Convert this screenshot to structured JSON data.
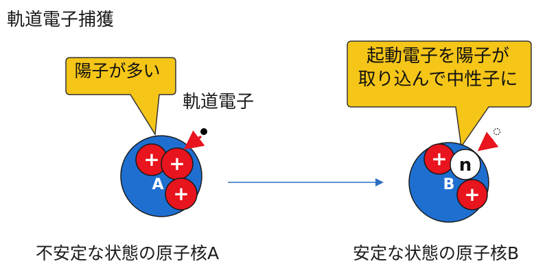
{
  "title": "軌道電子捕獲",
  "electron_label": "軌道電子",
  "left": {
    "bubble": "陽子が多い",
    "nucleus_label": "A",
    "proton_symbol": "+",
    "caption": "不安定な状態の原子核A"
  },
  "right": {
    "bubble_line1": "起動電子を陽子が",
    "bubble_line2": "取り込んで中性子に",
    "nucleus_label": "B",
    "proton_symbol": "+",
    "neutron_symbol": "n",
    "caption": "安定な状態の原子核B"
  },
  "colors": {
    "nucleus": "#1f6fd1",
    "proton": "#e8141e",
    "bubble": "#f5c518",
    "arrow_red": "#e8141e",
    "arrow_blue": "#2e6fc0"
  }
}
